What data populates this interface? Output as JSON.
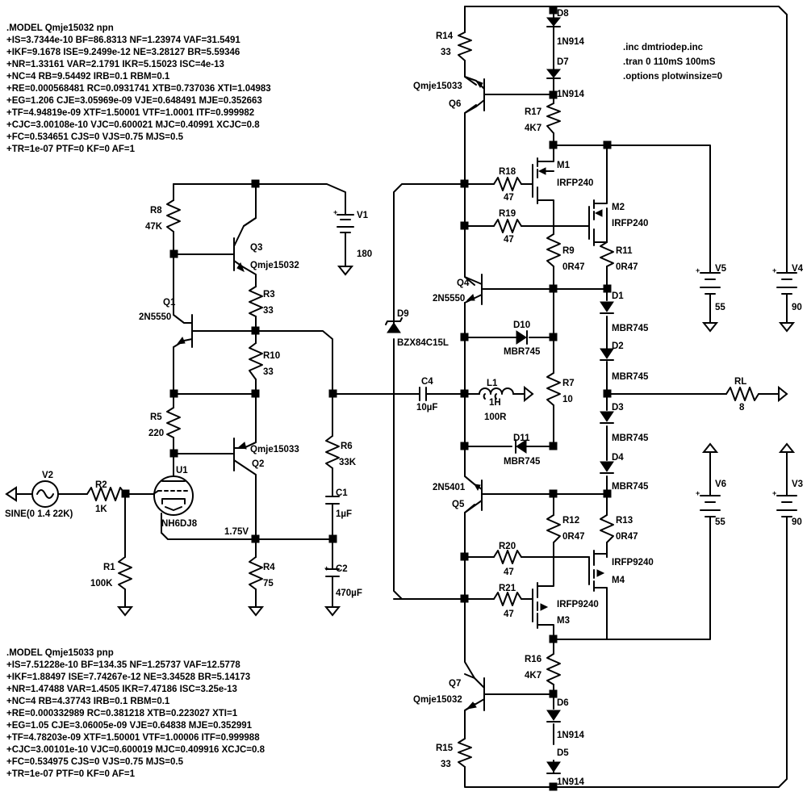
{
  "model_npn": [
    ".MODEL Qmje15032 npn",
    "+IS=3.7344e-10 BF=86.8313 NF=1.23974 VAF=31.5491",
    "+IKF=9.1678 ISE=9.2499e-12 NE=3.28127 BR=5.59346",
    "+NR=1.33161 VAR=2.1791 IKR=5.15023 ISC=4e-13",
    "+NC=4 RB=9.54492 IRB=0.1 RBM=0.1",
    "+RE=0.000568481 RC=0.0931741 XTB=0.737036 XTI=1.04983",
    "+EG=1.206 CJE=3.05969e-09 VJE=0.648491 MJE=0.352663",
    "+TF=4.94819e-09 XTF=1.50001 VTF=1.0001 ITF=0.999982",
    "+CJC=3.00108e-10 VJC=0.600021 MJC=0.40991 XCJC=0.8",
    "+FC=0.534651 CJS=0 VJS=0.75 MJS=0.5",
    "+TR=1e-07 PTF=0 KF=0 AF=1"
  ],
  "model_pnp": [
    ".MODEL Qmje15033 pnp",
    "+IS=7.51228e-10 BF=134.35 NF=1.25737 VAF=12.5778",
    "+IKF=1.88497 ISE=7.74267e-12 NE=3.34528 BR=5.14173",
    "+NR=1.47488 VAR=1.4505 IKR=7.47186 ISC=3.25e-13",
    "+NC=4 RB=4.37743 IRB=0.1 RBM=0.1",
    "+RE=0.000332989 RC=0.381218 XTB=0.223027 XTI=1",
    "+EG=1.05 CJE=3.06005e-09 VJE=0.64838 MJE=0.352991",
    "+TF=4.78203e-09 XTF=1.50001 VTF=1.00006 ITF=0.999988",
    "+CJC=3.00101e-10 VJC=0.600019 MJC=0.409916 XCJC=0.8",
    "+FC=0.534975 CJS=0 VJS=0.75 MJS=0.5",
    "+TR=1e-07 PTF=0 KF=0 AF=1"
  ],
  "directives": [
    ".inc dmtriodep.inc",
    ".tran 0 110mS 100mS",
    ".options plotwinsize=0"
  ],
  "resistors": {
    "R1": {
      "name": "R1",
      "value": "100K"
    },
    "R2": {
      "name": "R2",
      "value": "1K"
    },
    "R3": {
      "name": "R3",
      "value": "33"
    },
    "R4": {
      "name": "R4",
      "value": "75"
    },
    "R5": {
      "name": "R5",
      "value": "220"
    },
    "R6": {
      "name": "R6",
      "value": "33K"
    },
    "R7": {
      "name": "R7",
      "value": "10"
    },
    "R8": {
      "name": "R8",
      "value": "47K"
    },
    "R9": {
      "name": "R9",
      "value": "0R47"
    },
    "R10": {
      "name": "R10",
      "value": "33"
    },
    "R11": {
      "name": "R11",
      "value": "0R47"
    },
    "R12": {
      "name": "R12",
      "value": "0R47"
    },
    "R13": {
      "name": "R13",
      "value": "0R47"
    },
    "R14": {
      "name": "R14",
      "value": "33"
    },
    "R15": {
      "name": "R15",
      "value": "33"
    },
    "R16": {
      "name": "R16",
      "value": "4K7"
    },
    "R17": {
      "name": "R17",
      "value": "4K7"
    },
    "R18": {
      "name": "R18",
      "value": "47"
    },
    "R19": {
      "name": "R19",
      "value": "47"
    },
    "R20": {
      "name": "R20",
      "value": "47"
    },
    "R21": {
      "name": "R21",
      "value": "47"
    },
    "RL": {
      "name": "RL",
      "value": "8"
    }
  },
  "capacitors": {
    "C1": {
      "name": "C1",
      "value": "1µF"
    },
    "C2": {
      "name": "C2",
      "value": "470µF"
    },
    "C4": {
      "name": "C4",
      "value": "10µF"
    }
  },
  "inductor": {
    "name": "L1",
    "value": "1H",
    "extra": "100R"
  },
  "transistors": {
    "Q1": {
      "name": "Q1",
      "model": "2N5550"
    },
    "Q2": {
      "name": "Q2",
      "model": "Qmje15033"
    },
    "Q3": {
      "name": "Q3",
      "model": "Qmje15032"
    },
    "Q4": {
      "name": "Q4",
      "model": "2N5550"
    },
    "Q5": {
      "name": "Q5",
      "model": "2N5401"
    },
    "Q6": {
      "name": "Q6",
      "model": "Qmje15033"
    },
    "Q7": {
      "name": "Q7",
      "model": "Qmje15032"
    },
    "M1": {
      "name": "M1",
      "model": "IRFP240"
    },
    "M2": {
      "name": "M2",
      "model": "IRFP240"
    },
    "M3": {
      "name": "M3",
      "model": "IRFP9240"
    },
    "M4": {
      "name": "M4",
      "model": "IRFP9240"
    }
  },
  "diodes": {
    "D1": {
      "name": "D1",
      "model": "MBR745"
    },
    "D2": {
      "name": "D2",
      "model": "MBR745"
    },
    "D3": {
      "name": "D3",
      "model": "MBR745"
    },
    "D4": {
      "name": "D4",
      "model": "MBR745"
    },
    "D5": {
      "name": "D5",
      "model": "1N914"
    },
    "D6": {
      "name": "D6",
      "model": "1N914"
    },
    "D7": {
      "name": "D7",
      "model": "1N914"
    },
    "D8": {
      "name": "D8",
      "model": "1N914"
    },
    "D9": {
      "name": "D9",
      "model": "BZX84C15L"
    },
    "D10": {
      "name": "D10",
      "model": "MBR745"
    },
    "D11": {
      "name": "D11",
      "model": "MBR745"
    }
  },
  "sources": {
    "V1": {
      "name": "V1",
      "value": "180"
    },
    "V2": {
      "name": "V2",
      "value": "SINE(0 1.4 22K)"
    },
    "V3": {
      "name": "V3",
      "value": "90"
    },
    "V4": {
      "name": "V4",
      "value": "90"
    },
    "V5": {
      "name": "V5",
      "value": "55"
    },
    "V6": {
      "name": "V6",
      "value": "55"
    }
  },
  "tube": {
    "name": "U1",
    "model": "NH6DJ8"
  },
  "net_label": "1.75V"
}
